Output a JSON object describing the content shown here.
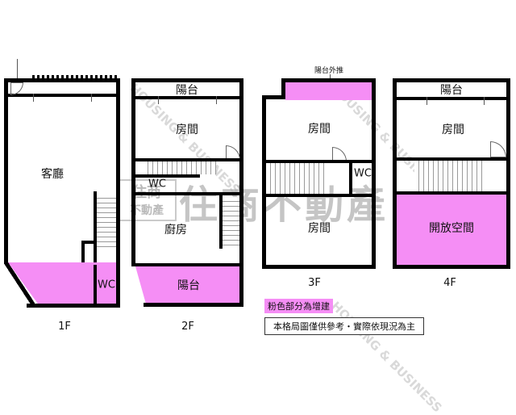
{
  "floors": [
    {
      "id": "1F",
      "label": "1F",
      "rooms": [
        {
          "name": "客廳"
        },
        {
          "name": "WC"
        }
      ]
    },
    {
      "id": "2F",
      "label": "2F",
      "rooms": [
        {
          "name": "陽台"
        },
        {
          "name": "房間"
        },
        {
          "name": "WC"
        },
        {
          "name": "廚房"
        },
        {
          "name": "陽台"
        }
      ]
    },
    {
      "id": "3F",
      "label": "3F",
      "annotation": "陽台外推",
      "rooms": [
        {
          "name": "房間"
        },
        {
          "name": "WC"
        },
        {
          "name": "房間"
        }
      ]
    },
    {
      "id": "4F",
      "label": "4F",
      "rooms": [
        {
          "name": "陽台"
        },
        {
          "name": "房間"
        },
        {
          "name": "開放空間"
        }
      ]
    }
  ],
  "legend": {
    "pink_note": "粉色部分為增建",
    "pink_color": "#f58ef5"
  },
  "disclaimer": "本格局圖僅供參考・實際依現況為主",
  "watermark": {
    "main": "住商不動產",
    "logo_top": "住商",
    "logo_bottom": "不動產",
    "english": "HOUSING & BUSINESS"
  }
}
